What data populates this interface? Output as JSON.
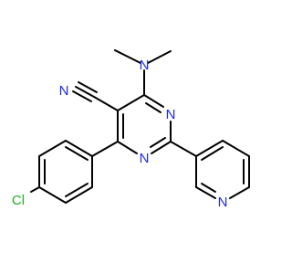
{
  "molecule": {
    "colors": {
      "bond": "#000000",
      "nitrogen": "#1f28e6",
      "chlorine": "#20b020"
    },
    "atoms": {
      "nitrile_n": "N",
      "dimethylamino_n": "N",
      "pyrimidine_n_upper": "N",
      "pyrimidine_n_lower": "N",
      "pyridine_n": "N",
      "chlorine": "Cl"
    }
  }
}
